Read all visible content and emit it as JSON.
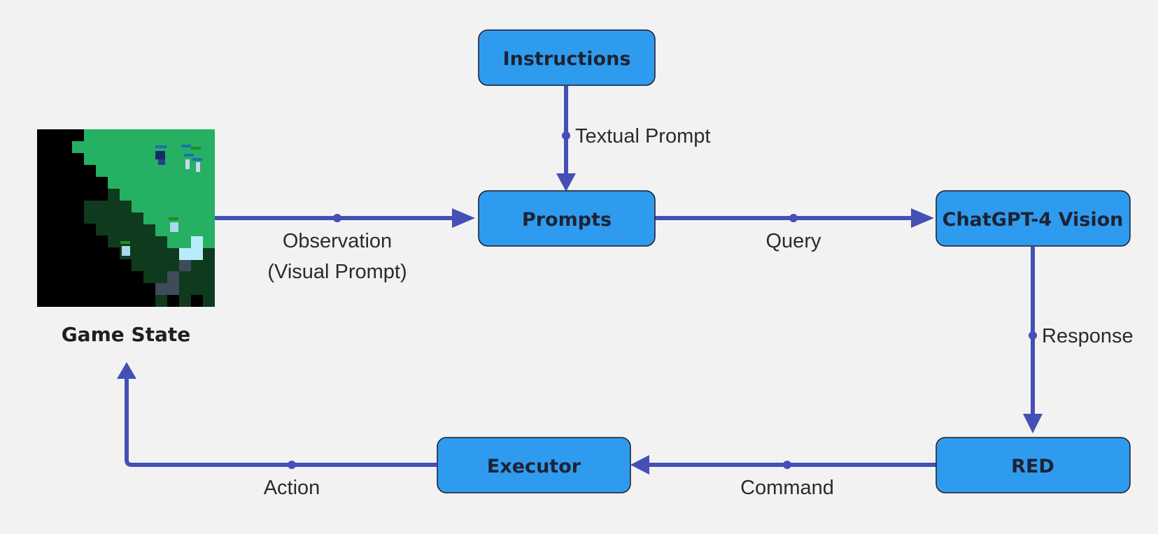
{
  "nodes": {
    "instructions": "Instructions",
    "prompts": "Prompts",
    "chatgpt": "ChatGPT-4 Vision",
    "red": "RED",
    "executor": "Executor"
  },
  "game_state": {
    "caption": "Game State"
  },
  "edges": {
    "textual_prompt": "Textual Prompt",
    "observation_line1": "Observation",
    "observation_line2": "(Visual Prompt)",
    "query": "Query",
    "response": "Response",
    "command": "Command",
    "action": "Action"
  },
  "colors": {
    "node_fill": "#2f9bee",
    "edge": "#4450b5",
    "background": "#f2f2f2",
    "grass": "#25b063",
    "dark_forest": "#0f3a1d"
  }
}
